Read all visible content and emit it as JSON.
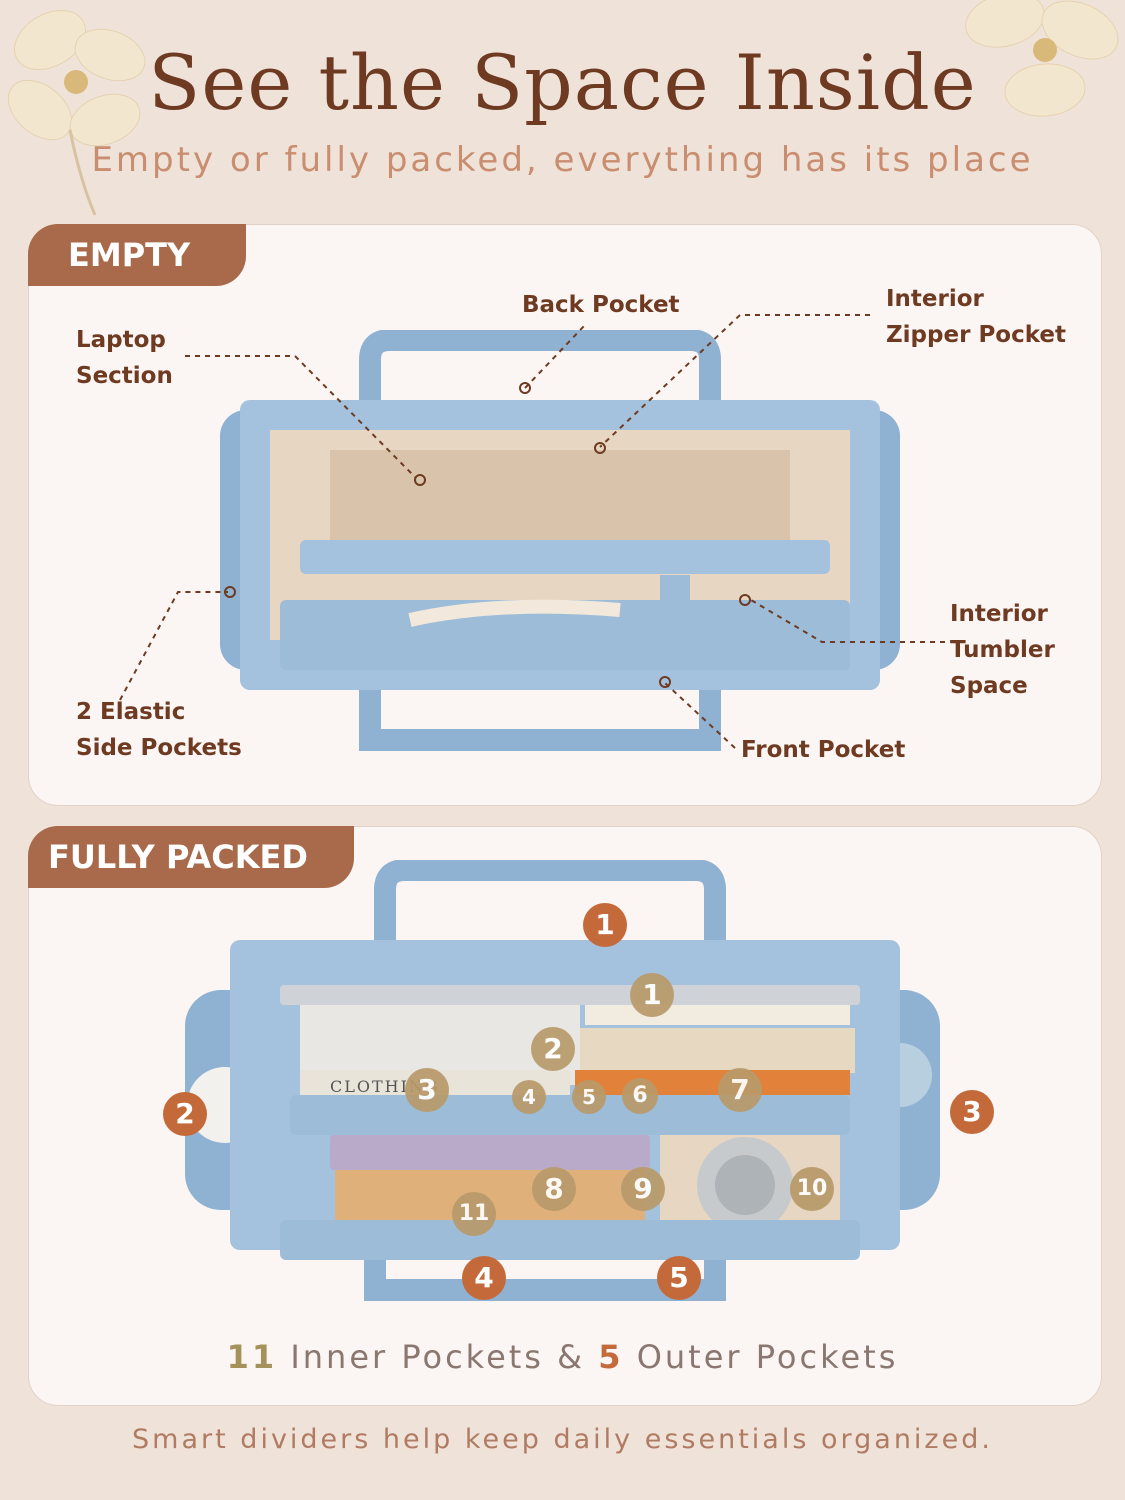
{
  "header": {
    "title": "See the Space Inside",
    "subtitle": "Empty or fully packed, everything has its place"
  },
  "empty_section": {
    "tag": "EMPTY",
    "labels": {
      "laptop_section": [
        "Laptop",
        "Section"
      ],
      "back_pocket": "Back Pocket",
      "interior_zipper_pocket": [
        "Interior",
        "Zipper Pocket"
      ],
      "elastic_side_pockets": [
        "2 Elastic",
        "Side Pockets"
      ],
      "interior_tumbler_space": [
        "Interior",
        "Tumbler",
        "Space"
      ],
      "front_pocket": "Front Pocket"
    }
  },
  "packed_section": {
    "tag": "FULLY PACKED",
    "outer_badges": [
      "1",
      "2",
      "3",
      "4",
      "5"
    ],
    "inner_badges": [
      "1",
      "2",
      "3",
      "4",
      "5",
      "6",
      "7",
      "8",
      "9",
      "10",
      "11"
    ],
    "book_text": "CLOTHING"
  },
  "summary": {
    "inner_count": "11",
    "inner_text": "Inner Pockets &",
    "outer_count": "5",
    "outer_text": "Outer Pockets"
  },
  "footer": "Smart dividers help keep daily essentials organized.",
  "colors": {
    "background": "#efe3d9",
    "accent_brown": "#a86a4a",
    "title_brown": "#6e3a22",
    "bag_blue": "#9dbcd8",
    "outer_badge": "#c46a3a",
    "inner_badge": "#b89a6a"
  }
}
